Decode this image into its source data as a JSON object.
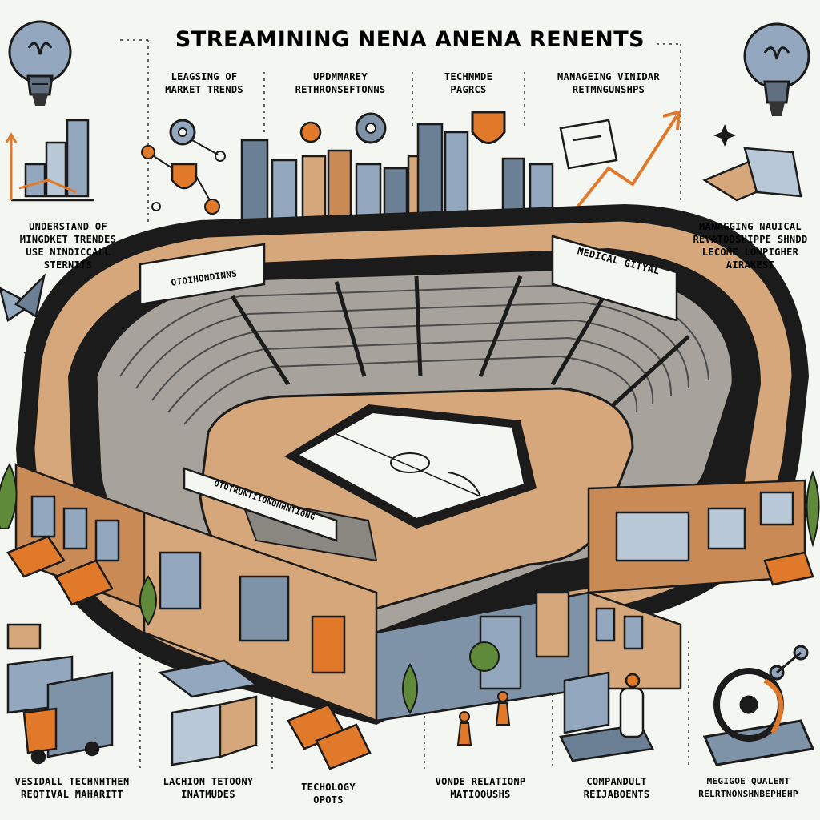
{
  "title": "STREAMINING NENA ANENA RENENTS",
  "top_labels": [
    [
      "LEAGSING OF",
      "MARKET TRENDS"
    ],
    [
      "UPDMMAREY",
      "RETHRONSEFTONNS"
    ],
    [
      "TECHMMDE",
      "PAGRCS"
    ],
    [
      "MANAGEING VINIDAR",
      "RETMNGUNSHPS"
    ]
  ],
  "side_labels": {
    "left": [
      "UNDERSTAND OF",
      "MINGDKET TRENDES",
      "USE NINDICCALL",
      "STERNITS"
    ],
    "right": [
      "MANAGGING NAUICAL",
      "REVATODSHIPPE SHNDD",
      "LECOME LONPIGHER",
      "AIRAKEST"
    ]
  },
  "signs": {
    "left_board": "OTOIHONDINNS",
    "right_board": "MEDICAL GITYAL",
    "concourse": "OTOTRUNTIIONONHNTIONG"
  },
  "bottom_labels": [
    [
      "VESIDALL TECHNHTHEN",
      "REQTIVAL MAHARITT"
    ],
    [
      "LACHION TETOONY",
      "INATMUDES"
    ],
    [
      "TECHOLOGY",
      "OPOTS"
    ],
    [
      "VONDE RELATIONP",
      "MATIOOUSHS"
    ],
    [
      "COMPANDULT",
      "REIJABOENTS"
    ],
    [
      "MEGIGOE QUALENT",
      "RELRTNONSHNBEPHEHP"
    ]
  ],
  "colors": {
    "ink": "#1b1b1b",
    "accent": "#e07a2a",
    "tan": "#d5a77a",
    "blue": "#7f93a8",
    "paper": "#f4f6f2"
  }
}
